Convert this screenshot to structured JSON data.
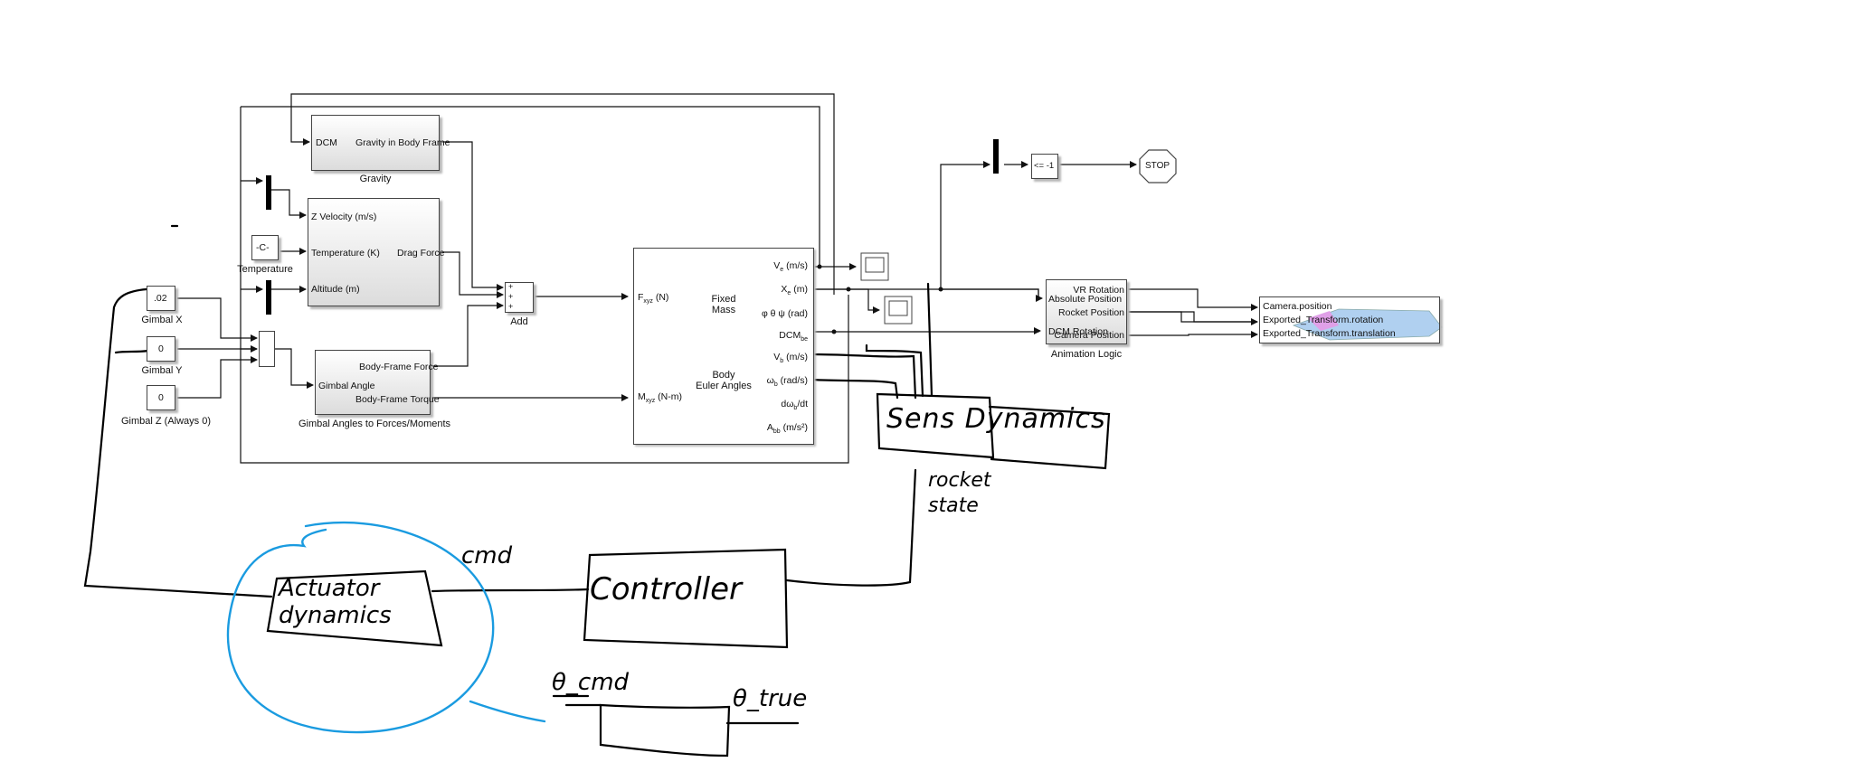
{
  "diagram": {
    "constants": {
      "gimbal_x_value": ".02",
      "gimbal_y_value": "0",
      "gimbal_z_value": "0",
      "temperature_value": "-C-"
    },
    "labels": {
      "gimbal_x": "Gimbal X",
      "gimbal_y": "Gimbal Y",
      "gimbal_z": "Gimbal Z (Always 0)",
      "temperature": "Temperature",
      "gravity": "Gravity",
      "add": "Add",
      "gimbal_forces": "Gimbal Angles to Forces/Moments",
      "animation_logic": "Animation Logic"
    },
    "gravity_block": {
      "in_dcm": "DCM",
      "out_gravity": "Gravity in Body Frame"
    },
    "drag_block": {
      "in_z_velocity": "Z Velocity (m/s)",
      "in_temperature": "Temperature (K)",
      "in_altitude": "Altitude (m)",
      "out_drag": "Drag Force"
    },
    "gimbal_block": {
      "in_gimbal_angle": "Gimbal Angle",
      "out_force": "Body-Frame Force",
      "out_torque": "Body-Frame Torque"
    },
    "add_block": {
      "signs": [
        "+",
        "+",
        "+"
      ]
    },
    "six_dof": {
      "in_force": "F",
      "in_force_sub": "xyz",
      "in_force_unit": " (N)",
      "in_moment": "M",
      "in_moment_sub": "xyz",
      "in_moment_unit": " (N-m)",
      "center_top": "Fixed\nMass",
      "center_bottom": "Body\nEuler Angles",
      "outputs": [
        {
          "main": "V",
          "sub": "e",
          "unit": " (m/s)"
        },
        {
          "main": "X",
          "sub": "e",
          "unit": " (m)"
        },
        {
          "main": "φ θ ψ (rad)",
          "sub": "",
          "unit": ""
        },
        {
          "main": "DCM",
          "sub": "be",
          "unit": ""
        },
        {
          "main": "V",
          "sub": "b",
          "unit": " (m/s)"
        },
        {
          "main": "ω",
          "sub": "b",
          "unit": " (rad/s)"
        },
        {
          "main": "dω",
          "sub": "b",
          "unit": "/dt"
        },
        {
          "main": "A",
          "sub": "bb",
          "unit": " (m/s²)"
        }
      ]
    },
    "compare_block": "<= -1",
    "stop_block": "STOP",
    "animation_block": {
      "in_absolute_position": "Absolute Position",
      "in_dcm_rotation": "DCM Rotation",
      "out_vr_rotation": "VR Rotation",
      "out_rocket_position": "Rocket Position",
      "out_camera_position": "Camera Position"
    },
    "export_block": {
      "camera_position": "Camera.position",
      "transform_rotation": "Exported_Transform.rotation",
      "transform_translation": "Exported_Transform.translation"
    },
    "handwritten": {
      "sens_dynamics": "Sens Dynamics",
      "rocket_state": "rocket\nstate",
      "cmd": "cmd",
      "controller": "Controller",
      "actuator_dynamics": "Actuator\ndynamics",
      "theta_cmd": "θ_cmd",
      "theta_true": "θ_true"
    },
    "colors": {
      "ink": "#000000",
      "circle": "#1a9be0",
      "wire": "#111111"
    }
  }
}
